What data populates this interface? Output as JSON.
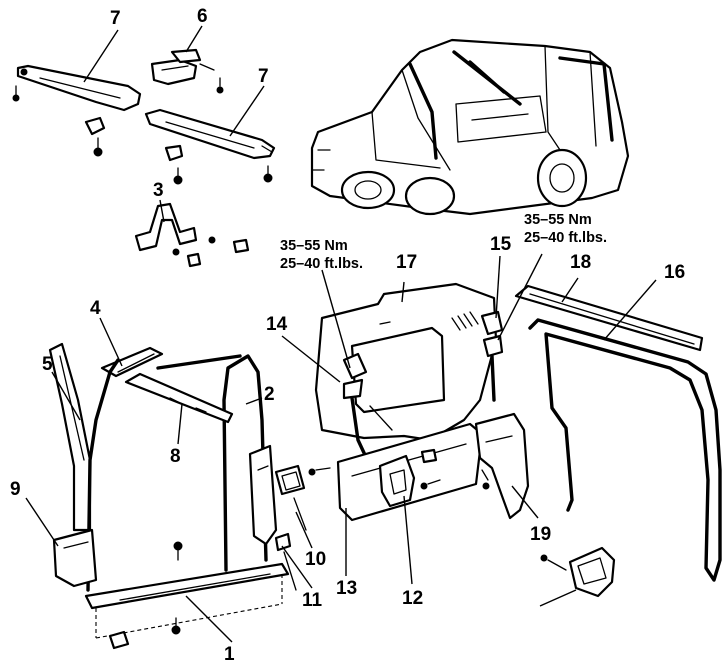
{
  "callouts": {
    "c1": "1",
    "c2": "2",
    "c3": "3",
    "c4": "4",
    "c5": "5",
    "c6": "6",
    "c7a": "7",
    "c7b": "7",
    "c8": "8",
    "c9": "9",
    "c10": "10",
    "c11": "11",
    "c12": "12",
    "c13": "13",
    "c14": "14",
    "c15": "15",
    "c16": "16",
    "c17": "17",
    "c18": "18",
    "c19": "19"
  },
  "torque_specs": {
    "left": {
      "metric": "35–55 Nm",
      "imperial": "25–40 ft.lbs."
    },
    "right": {
      "metric": "35–55 Nm",
      "imperial": "25–40 ft.lbs."
    }
  }
}
